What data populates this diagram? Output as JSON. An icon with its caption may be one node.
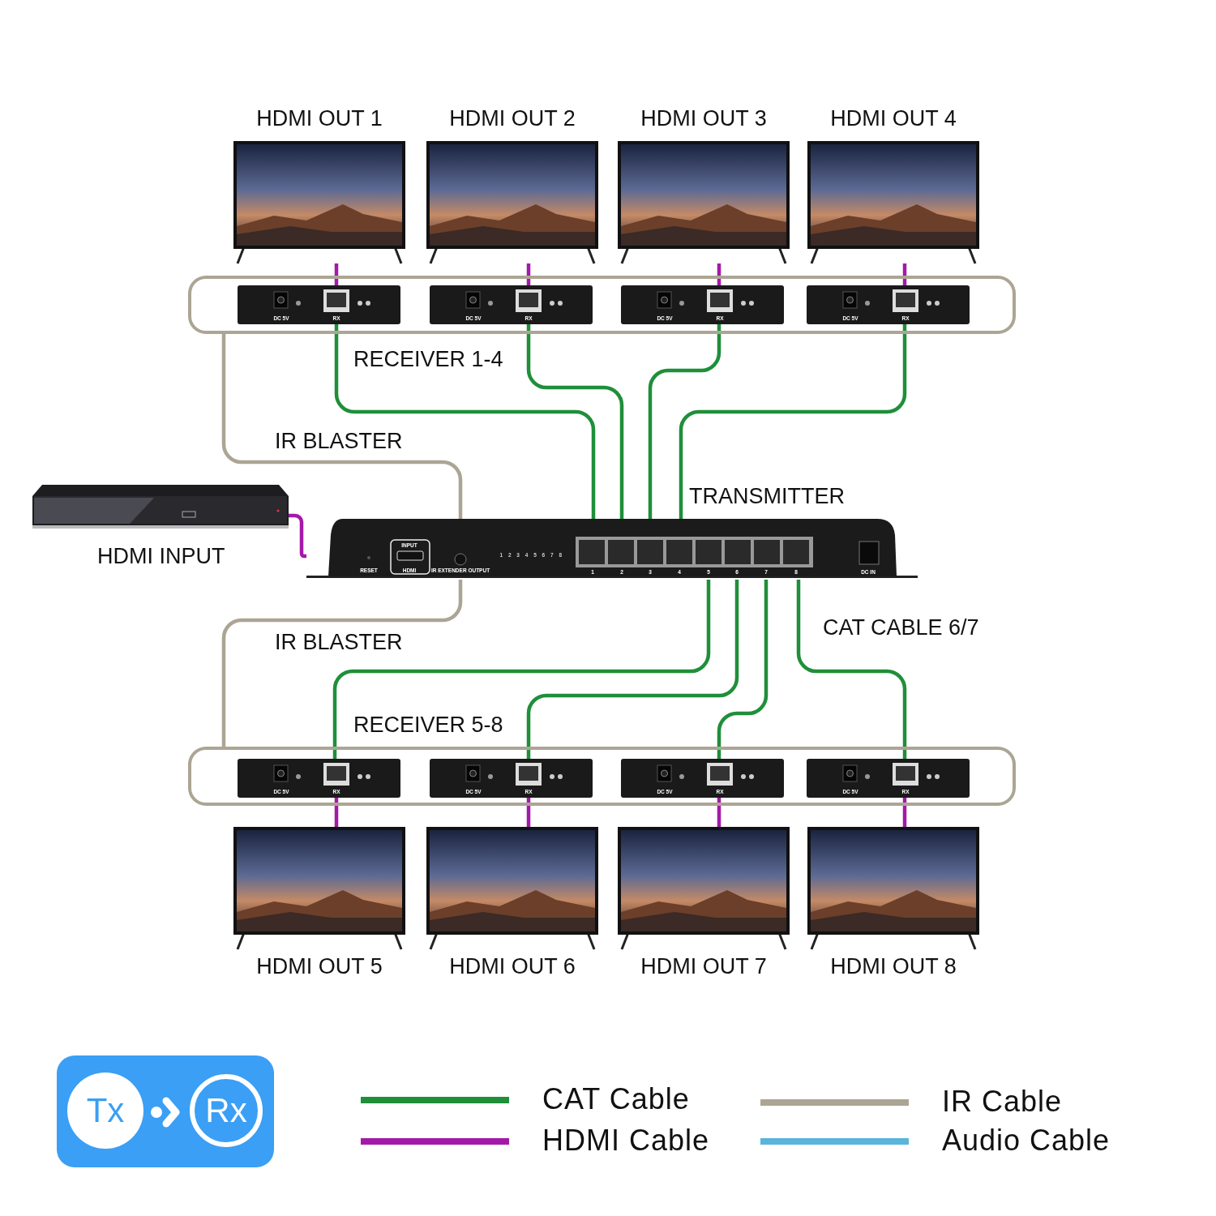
{
  "diagram": {
    "nodes": [
      {
        "text": [
          "HDMI OUT 1"
        ]
      },
      {
        "text": [
          "HDMI OUT 2"
        ]
      },
      {
        "text": [
          "HDMI OUT 3"
        ]
      },
      {
        "text": [
          "HDMI OUT 4"
        ]
      },
      {
        "text": [
          "RECEIVER 1-4"
        ]
      },
      {
        "text": [
          "DC 5V",
          "RX"
        ],
        "in": 4
      },
      {
        "text": [
          "DC 5V",
          "RX"
        ],
        "in": 4
      },
      {
        "text": [
          "DC 5V",
          "RX"
        ],
        "in": 4
      },
      {
        "text": [
          "DC 5V",
          "RX"
        ],
        "in": 4
      },
      {
        "text": [
          "HDMI INPUT"
        ]
      },
      {
        "text": [
          "TRANSMITTER",
          "RESET",
          "INPUT",
          "HDMI",
          "IR EXTENDER OUTPUT",
          "1 2 3 4 5 6 7 8",
          "1",
          "2",
          "3",
          "4",
          "5",
          "6",
          "7",
          "8",
          "DC IN"
        ]
      },
      {
        "text": [
          "RECEIVER 5-8"
        ]
      },
      {
        "text": [
          "DC 5V",
          "RX"
        ],
        "in": 11
      },
      {
        "text": [
          "DC 5V",
          "RX"
        ],
        "in": 11
      },
      {
        "text": [
          "DC 5V",
          "RX"
        ],
        "in": 11
      },
      {
        "text": [
          "DC 5V",
          "RX"
        ],
        "in": 11
      },
      {
        "text": [
          "HDMI OUT 5"
        ]
      },
      {
        "text": [
          "HDMI OUT 6"
        ]
      },
      {
        "text": [
          "HDMI OUT 7"
        ]
      },
      {
        "text": [
          "HDMI OUT 8"
        ]
      }
    ],
    "edges": [
      {
        "from": 0,
        "to": 5,
        "arrow": "none",
        "color": "#a31aa8"
      },
      {
        "from": 1,
        "to": 6,
        "arrow": "none",
        "color": "#a31aa8"
      },
      {
        "from": 2,
        "to": 7,
        "arrow": "none",
        "color": "#a31aa8"
      },
      {
        "from": 3,
        "to": 8,
        "arrow": "none",
        "color": "#a31aa8"
      },
      {
        "from": 10,
        "to": 5,
        "arrow": "none",
        "color": "#1f8f3a"
      },
      {
        "from": 10,
        "to": 6,
        "arrow": "none",
        "color": "#1f8f3a"
      },
      {
        "from": 10,
        "to": 7,
        "arrow": "none",
        "color": "#1f8f3a"
      },
      {
        "from": 10,
        "to": 8,
        "arrow": "none",
        "color": "#1f8f3a"
      },
      {
        "from": 10,
        "to": 4,
        "arrow": "none",
        "label": "IR BLASTER",
        "color": "#aca594"
      },
      {
        "from": 9,
        "to": 10,
        "arrow": "none",
        "color": "#a31aa8"
      },
      {
        "from": 10,
        "to": 11,
        "arrow": "none",
        "label": "IR BLASTER",
        "color": "#aca594"
      },
      {
        "from": 10,
        "to": 12,
        "arrow": "none",
        "color": "#1f8f3a"
      },
      {
        "from": 10,
        "to": 13,
        "arrow": "none",
        "color": "#1f8f3a"
      },
      {
        "from": 10,
        "to": 14,
        "arrow": "none",
        "color": "#1f8f3a"
      },
      {
        "from": 10,
        "to": 15,
        "arrow": "none",
        "label": "CAT CABLE 6/7",
        "color": "#1f8f3a"
      },
      {
        "from": 12,
        "to": 16,
        "arrow": "none",
        "color": "#a31aa8"
      },
      {
        "from": 13,
        "to": 17,
        "arrow": "none",
        "color": "#a31aa8"
      },
      {
        "from": 14,
        "to": 18,
        "arrow": "none",
        "color": "#a31aa8"
      },
      {
        "from": 15,
        "to": 19,
        "arrow": "none",
        "color": "#a31aa8"
      }
    ],
    "labels": [
      "Tx",
      "Rx"
    ],
    "legend": [
      {
        "text": "CAT Cable",
        "color": "#1f8f3a"
      },
      {
        "text": "HDMI Cable",
        "color": "#a31aa8"
      },
      {
        "text": "IR Cable",
        "color": "#aca594"
      },
      {
        "text": "Audio Cable",
        "color": "#5ab4dc"
      }
    ]
  }
}
